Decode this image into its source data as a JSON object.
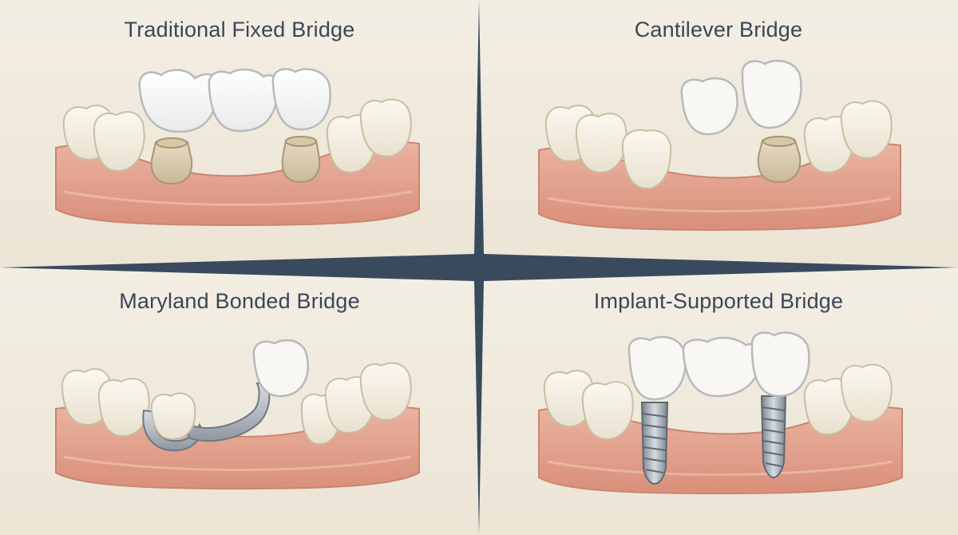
{
  "panels": {
    "traditional": {
      "title": "Traditional Fixed Bridge"
    },
    "cantilever": {
      "title": "Cantilever Bridge"
    },
    "maryland": {
      "title": "Maryland Bonded Bridge"
    },
    "implant": {
      "title": "Implant-Supported Bridge"
    }
  },
  "colors": {
    "background": "#efe9dc",
    "gum": "#e4a792",
    "tooth": "#f6f2e8",
    "crown": "#ffffff",
    "abutment": "#ddd2bc",
    "metal": "#9aa3ad",
    "divider": "#3a4a5e",
    "title_text": "#3a4656"
  }
}
